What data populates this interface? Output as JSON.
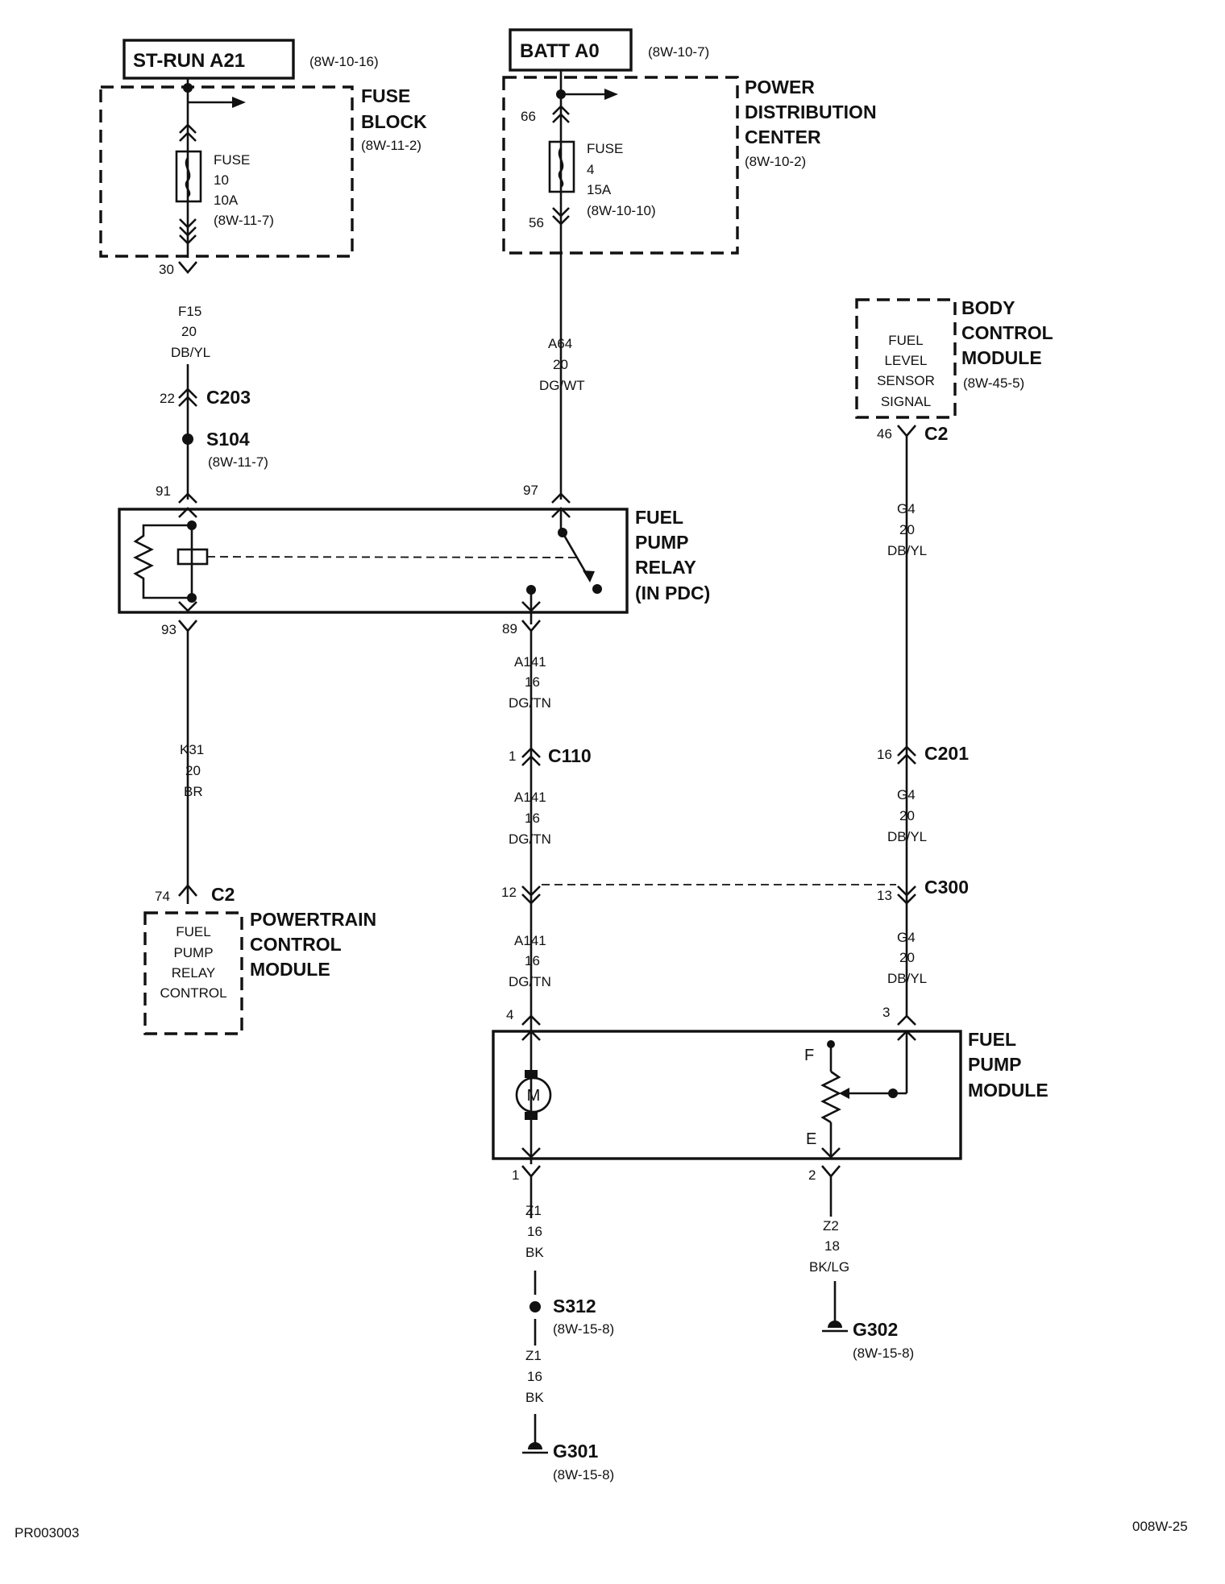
{
  "diagram": {
    "source_st_run": {
      "name": "ST-RUN A21",
      "ref": "(8W-10-16)"
    },
    "source_batt": {
      "name": "BATT A0",
      "ref": "(8W-10-7)"
    },
    "fuse_block": {
      "title_line1": "FUSE",
      "title_line2": "BLOCK",
      "ref": "(8W-11-2)",
      "fuse": {
        "l1": "FUSE",
        "l2": "10",
        "l3": "10A",
        "l4": "(8W-11-7)"
      },
      "pin_out": "30"
    },
    "pdc": {
      "title_line1": "POWER",
      "title_line2": "DISTRIBUTION",
      "title_line3": "CENTER",
      "ref": "(8W-10-2)",
      "pin_in": "66",
      "pin_out": "56",
      "fuse": {
        "l1": "FUSE",
        "l2": "4",
        "l3": "15A",
        "l4": "(8W-10-10)"
      }
    },
    "wire_f15": {
      "circuit": "F15",
      "gauge": "20",
      "color": "DB/YL"
    },
    "c203": {
      "pin": "22",
      "name": "C203"
    },
    "s104": {
      "name": "S104",
      "ref": "(8W-11-7)"
    },
    "wire_a64": {
      "circuit": "A64",
      "gauge": "20",
      "color": "DG/WT"
    },
    "bcm": {
      "title_line1": "BODY",
      "title_line2": "CONTROL",
      "title_line3": "MODULE",
      "ref": "(8W-45-5)",
      "inner_l1": "FUEL",
      "inner_l2": "LEVEL",
      "inner_l3": "SENSOR",
      "inner_l4": "SIGNAL",
      "pin": "46",
      "connector": "C2"
    },
    "relay": {
      "title_line1": "FUEL",
      "title_line2": "PUMP",
      "title_line3": "RELAY",
      "title_line4": "(IN PDC)",
      "pin_91": "91",
      "pin_97": "97",
      "pin_93": "93",
      "pin_89": "89"
    },
    "wire_g4_a": {
      "circuit": "G4",
      "gauge": "20",
      "color": "DB/YL"
    },
    "wire_a141_a": {
      "circuit": "A141",
      "gauge": "16",
      "color": "DG/TN"
    },
    "wire_k31": {
      "circuit": "K31",
      "gauge": "20",
      "color": "BR"
    },
    "c110": {
      "pin": "1",
      "name": "C110"
    },
    "c201": {
      "pin": "16",
      "name": "C201"
    },
    "wire_a141_b": {
      "circuit": "A141",
      "gauge": "16",
      "color": "DG/TN"
    },
    "wire_g4_b": {
      "circuit": "G4",
      "gauge": "20",
      "color": "DB/YL"
    },
    "c300": {
      "pin_left": "12",
      "pin_right": "13",
      "name": "C300"
    },
    "pcm": {
      "pin": "74",
      "connector": "C2",
      "title_line1": "POWERTRAIN",
      "title_line2": "CONTROL",
      "title_line3": "MODULE",
      "inner_l1": "FUEL",
      "inner_l2": "PUMP",
      "inner_l3": "RELAY",
      "inner_l4": "CONTROL"
    },
    "wire_a141_c": {
      "circuit": "A141",
      "gauge": "16",
      "color": "DG/TN"
    },
    "wire_g4_c": {
      "circuit": "G4",
      "gauge": "20",
      "color": "DB/YL"
    },
    "fuel_pump_module": {
      "title_line1": "FUEL",
      "title_line2": "PUMP",
      "title_line3": "MODULE",
      "pin_4": "4",
      "pin_3": "3",
      "pin_1": "1",
      "pin_2": "2",
      "motor_label": "M",
      "sender_f": "F",
      "sender_e": "E"
    },
    "wire_z1_a": {
      "circuit": "Z1",
      "gauge": "16",
      "color": "BK"
    },
    "s312": {
      "name": "S312",
      "ref": "(8W-15-8)"
    },
    "wire_z1_b": {
      "circuit": "Z1",
      "gauge": "16",
      "color": "BK"
    },
    "g301": {
      "name": "G301",
      "ref": "(8W-15-8)"
    },
    "wire_z2": {
      "circuit": "Z2",
      "gauge": "18",
      "color": "BK/LG"
    },
    "g302": {
      "name": "G302",
      "ref": "(8W-15-8)"
    },
    "footer_left": "PR003003",
    "footer_right": "008W-25"
  }
}
